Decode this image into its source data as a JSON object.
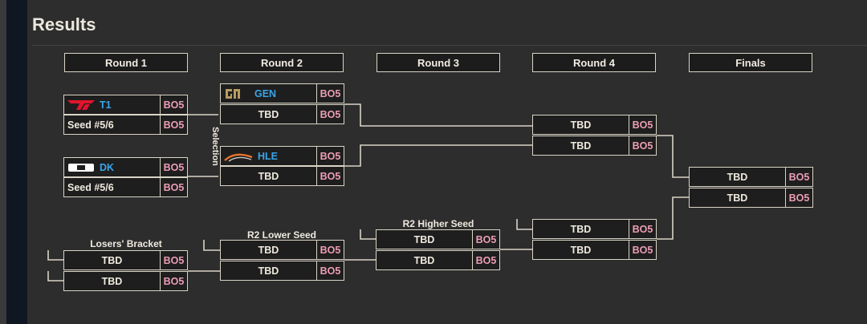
{
  "page": {
    "title": "Results"
  },
  "rounds": [
    "Round 1",
    "Round 2",
    "Round 3",
    "Round 4",
    "Finals"
  ],
  "format": "BO5",
  "round1": [
    {
      "team": "T1",
      "logo": "t1-logo"
    },
    {
      "team": "Seed #5/6"
    },
    {
      "team": "DK",
      "logo": "dk-logo"
    },
    {
      "team": "Seed #5/6"
    }
  ],
  "round2": [
    {
      "team": "GEN",
      "logo": "gen-logo"
    },
    {
      "team": "TBD"
    },
    {
      "team": "HLE",
      "logo": "hle-logo"
    },
    {
      "team": "TBD"
    }
  ],
  "round4": [
    {
      "team": "TBD"
    },
    {
      "team": "TBD"
    },
    {
      "team": "TBD"
    },
    {
      "team": "TBD"
    }
  ],
  "finals": [
    {
      "team": "TBD"
    },
    {
      "team": "TBD"
    }
  ],
  "losers_bracket": {
    "label": "Losers' Bracket",
    "slots": [
      {
        "team": "TBD"
      },
      {
        "team": "TBD"
      }
    ]
  },
  "r2_lower_seed": {
    "label": "R2 Lower Seed",
    "slots": [
      {
        "team": "TBD"
      },
      {
        "team": "TBD"
      }
    ]
  },
  "r2_higher_seed": {
    "label": "R2 Higher Seed",
    "slots": [
      {
        "team": "TBD"
      },
      {
        "team": "TBD"
      }
    ]
  },
  "selection_label": "Selection",
  "colors": {
    "accent_team": "#3aa4e8",
    "bo": "#ec9db4",
    "line": "#d9d4c6"
  }
}
